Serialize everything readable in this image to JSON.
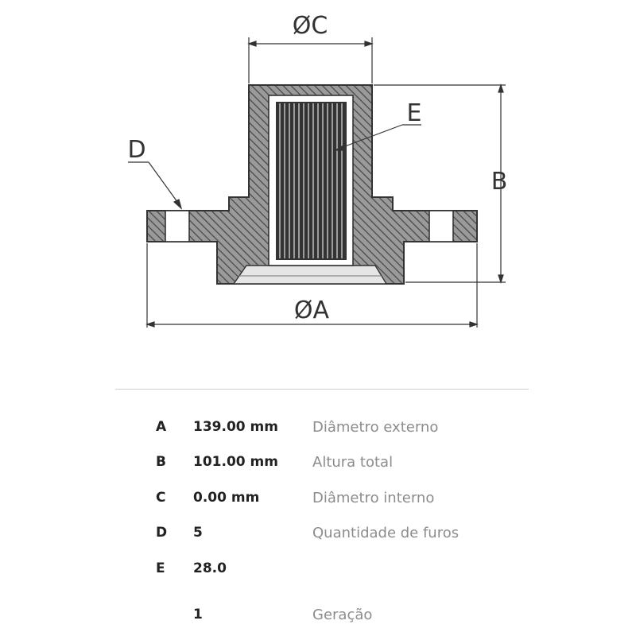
{
  "drawing": {
    "labels": {
      "a": "ØA",
      "b": "B",
      "c": "ØC",
      "d": "D",
      "e": "E"
    }
  },
  "specs": [
    {
      "key": "A",
      "value": "139.00 mm",
      "desc": "Diâmetro externo"
    },
    {
      "key": "B",
      "value": "101.00 mm",
      "desc": "Altura total"
    },
    {
      "key": "C",
      "value": "0.00 mm",
      "desc": "Diâmetro interno"
    },
    {
      "key": "D",
      "value": "5",
      "desc": "Quantidade de furos"
    },
    {
      "key": "E",
      "value": "28.0",
      "desc": ""
    },
    {
      "key": "",
      "value": "1",
      "desc": "Geração"
    }
  ],
  "colors": {
    "line": "#333333",
    "hatch": "#555555",
    "spline": "#1a1a1a",
    "muted": "#8c8c8c",
    "divider": "#cfcfcf"
  }
}
